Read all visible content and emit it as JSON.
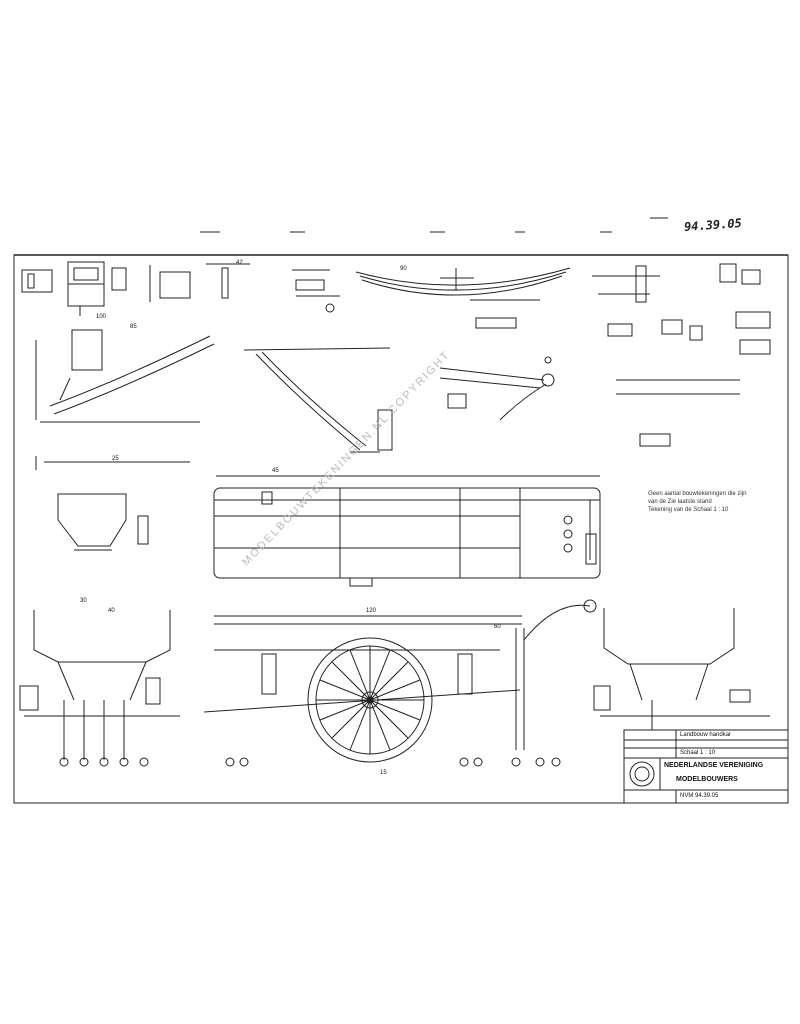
{
  "drawing": {
    "reference_number": "94.39.05",
    "note_lines": [
      "Geen aantal bouwtekeningen die zijn",
      "van de Zie laatste stand",
      "Tekening van de Schaal  1 : 10"
    ],
    "watermark": "MODELBOUWTEKENINGEN.NL COPYRIGHT",
    "dimension_labels": [
      "100",
      "85",
      "42",
      "90",
      "45",
      "25",
      "30",
      "40",
      "60",
      "120",
      "15"
    ]
  },
  "title_block": {
    "drawing_title": "Landbouw handkar",
    "scale": "Schaal 1 : 10",
    "organization_line1": "NEDERLANDSE VERENIGING",
    "organization_line2": "MODELBOUWERS",
    "drawing_number": "NVM 94.39.05"
  }
}
